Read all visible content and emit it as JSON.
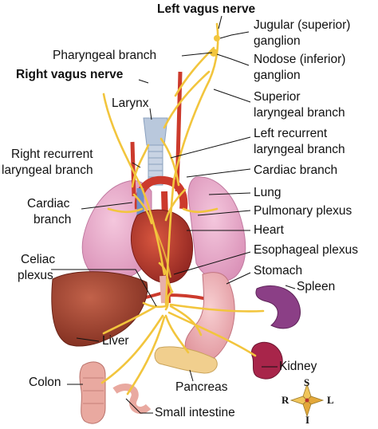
{
  "labels": {
    "left_vagus_nerve": "Left vagus nerve",
    "jugular_1": "Jugular (superior)",
    "jugular_2": "ganglion",
    "pharyngeal_branch": "Pharyngeal branch",
    "nodose_1": "Nodose (inferior)",
    "nodose_2": "ganglion",
    "right_vagus_nerve": "Right vagus nerve",
    "superior_laryngeal_1": "Superior",
    "superior_laryngeal_2": "laryngeal branch",
    "larynx": "Larynx",
    "left_recurrent_1": "Left recurrent",
    "left_recurrent_2": "laryngeal branch",
    "right_recurrent_1": "Right recurrent",
    "right_recurrent_2": "laryngeal branch",
    "cardiac_branch_right": "Cardiac branch",
    "cardiac_branch_left_1": "Cardiac",
    "cardiac_branch_left_2": "branch",
    "lung": "Lung",
    "pulmonary_plexus": "Pulmonary plexus",
    "heart": "Heart",
    "esophageal_plexus": "Esophageal plexus",
    "celiac_1": "Celiac",
    "celiac_2": "plexus",
    "stomach": "Stomach",
    "spleen": "Spleen",
    "liver": "Liver",
    "kidney": "Kidney",
    "colon": "Colon",
    "pancreas": "Pancreas",
    "small_intestine": "Small intestine"
  },
  "compass": {
    "north": "S",
    "south": "I",
    "west": "R",
    "east": "L"
  },
  "colors": {
    "nerve": "#f2c53d",
    "lung": "#e7a6c6",
    "heart": "#b8332b",
    "liver": "#9a3f2a",
    "artery": "#cc3a2c",
    "vein": "#6f8fc8",
    "stomach": "#eeb0b4",
    "spleen": "#8b3f86",
    "kidney": "#a8254a",
    "pancreas": "#f1cf8e",
    "colon": "#e9a9a0"
  }
}
